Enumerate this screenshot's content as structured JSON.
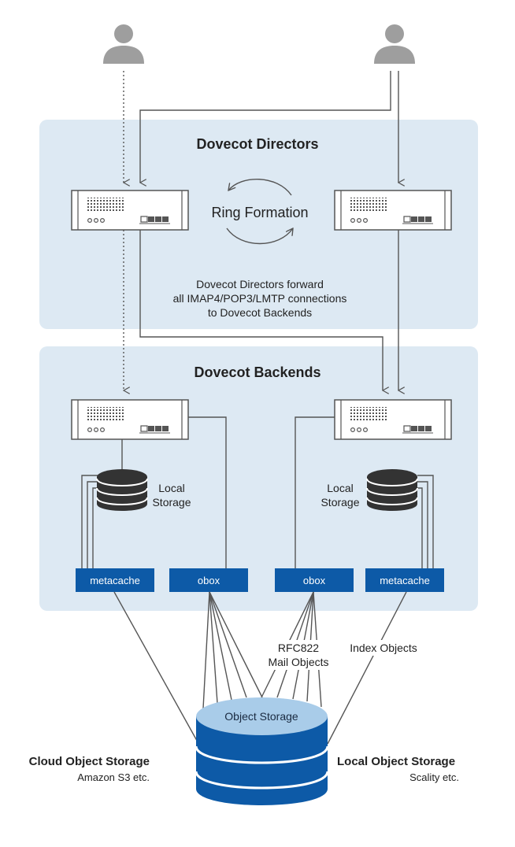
{
  "colors": {
    "panel": "#dde9f3",
    "blue": "#0d5aa7",
    "dark": "#555555",
    "person": "#9e9e9e",
    "storage_top": "#a9cce9"
  },
  "directors": {
    "title": "Dovecot Directors",
    "ring_label": "Ring Formation",
    "description": [
      "Dovecot Directors forward",
      "all IMAP4/POP3/LMTP connections",
      "to Dovecot Backends"
    ]
  },
  "backends": {
    "title": "Dovecot Backends",
    "left": {
      "storage_label": [
        "Local",
        "Storage"
      ],
      "boxes": [
        "metacache",
        "obox"
      ]
    },
    "right": {
      "storage_label": [
        "Local",
        "Storage"
      ],
      "boxes": [
        "obox",
        "metacache"
      ]
    }
  },
  "links": {
    "mail_objects": [
      "RFC822",
      "Mail Objects"
    ],
    "index_objects": "Index Objects"
  },
  "object_storage": {
    "label": "Object Storage",
    "cloud_title": "Cloud Object Storage",
    "cloud_sub": "Amazon S3 etc.",
    "local_title": "Local Object Storage",
    "local_sub": "Scality etc."
  },
  "icons": [
    "person-icon",
    "server-icon",
    "database-icon",
    "cycle-arrow-icon"
  ]
}
